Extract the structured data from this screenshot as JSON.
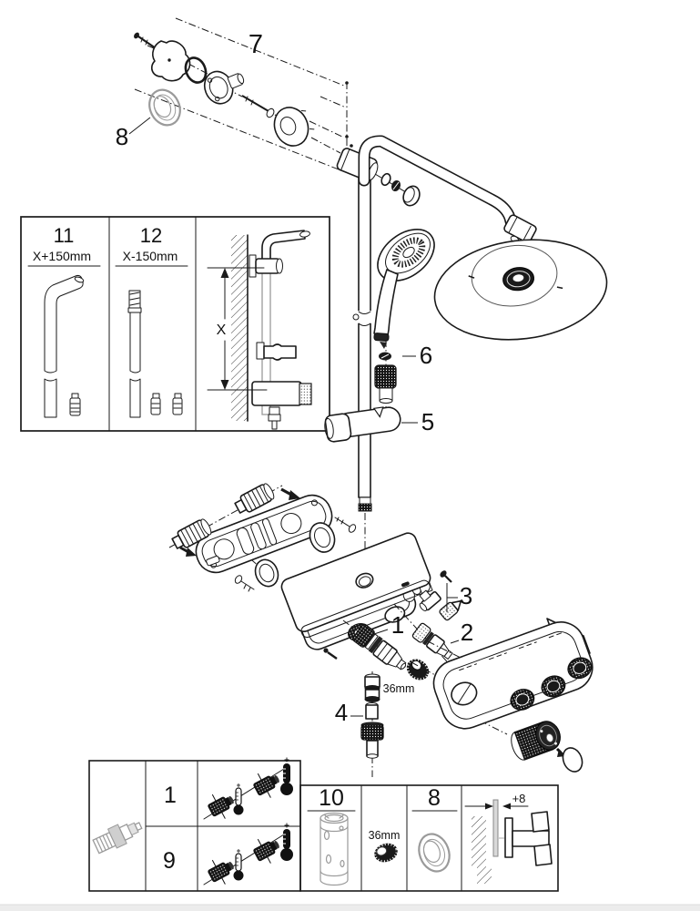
{
  "page": {
    "background": "#ffffff",
    "footer_bar_color": "#ececec"
  },
  "colors": {
    "ink": "#1a1a1a",
    "muted_gray": "#9a9a9a"
  },
  "callouts": {
    "c1": "1",
    "c2": "2",
    "c3": "3",
    "c4": "4",
    "c5": "5",
    "c6": "6",
    "c7": "7",
    "c8": "8"
  },
  "dimensions": {
    "wrench_size": "36mm"
  },
  "top_inset": {
    "col1": {
      "num": "11",
      "dim": "X+150mm"
    },
    "col2": {
      "num": "12",
      "dim": "X-150mm"
    },
    "col3": {
      "dim": "X"
    }
  },
  "bottom_inset": {
    "row1": "1",
    "row2": "9",
    "cell_tube": "10",
    "cell_nut": "36mm",
    "cell_ring": "8",
    "cell_offset": "+8"
  }
}
